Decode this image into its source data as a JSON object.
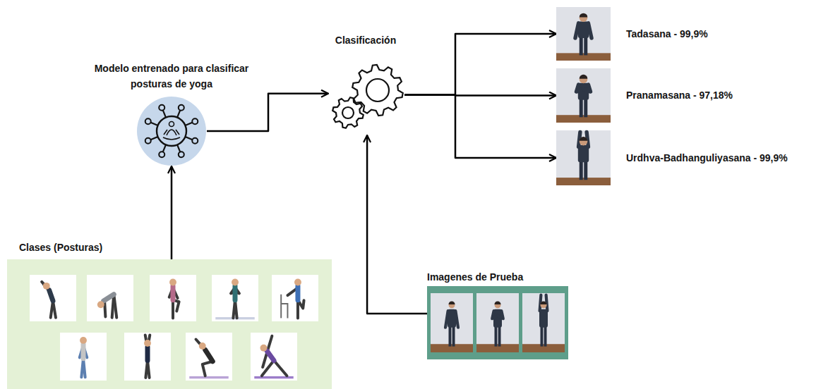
{
  "diagram": {
    "nodes": [
      {
        "text": [
          "Modelo entrenado para clasificar posturas de yoga"
        ]
      },
      {
        "text": [
          "Clasificación"
        ]
      },
      {
        "text": [
          "Tadasana - 99,9%"
        ]
      },
      {
        "text": [
          "Pranamasana - 97,18%"
        ]
      },
      {
        "text": [
          "Urdhva-Badhanguliyasana - 99,9%"
        ]
      },
      {
        "text": [
          "Clases (Posturas)"
        ]
      },
      {
        "text": [
          "Imagenes de Prueba"
        ]
      }
    ],
    "edges": [
      {
        "from": 5,
        "to": 0,
        "arrow": "to"
      },
      {
        "from": 0,
        "to": 1,
        "arrow": "to"
      },
      {
        "from": 6,
        "to": 1,
        "arrow": "to"
      },
      {
        "from": 1,
        "to": 2,
        "arrow": "to"
      },
      {
        "from": 1,
        "to": 3,
        "arrow": "to"
      },
      {
        "from": 1,
        "to": 4,
        "arrow": "to"
      }
    ]
  }
}
